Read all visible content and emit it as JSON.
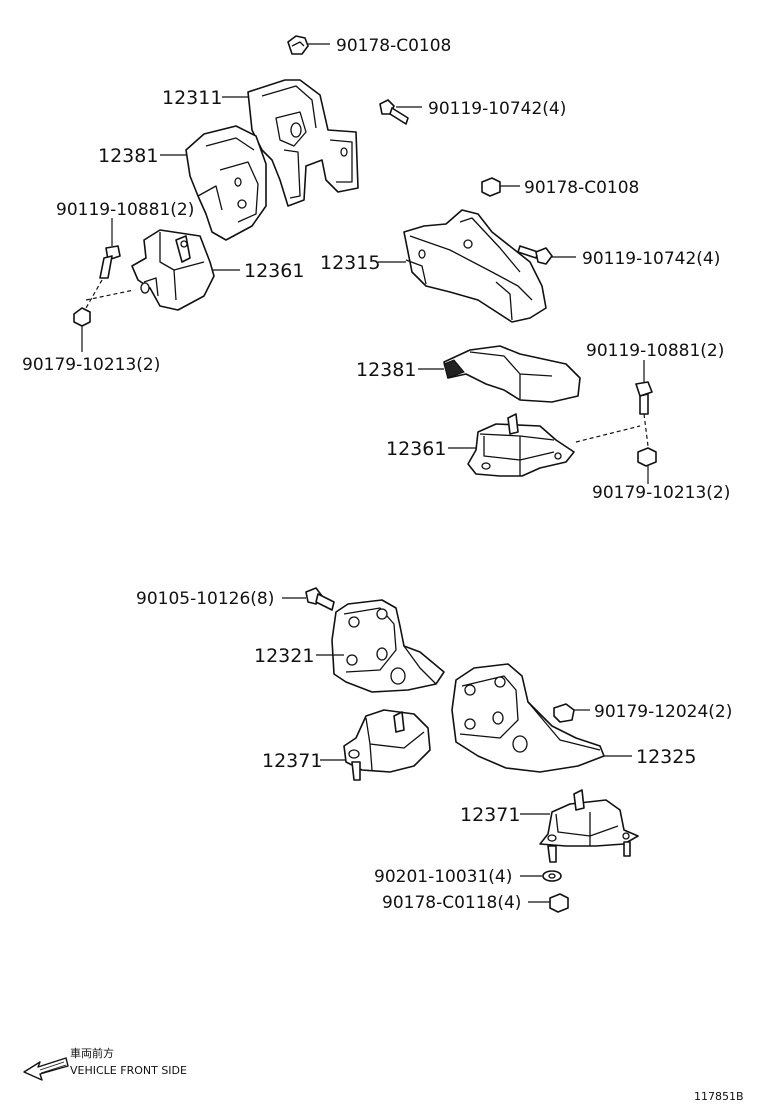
{
  "labels": {
    "nut_top": "90178-C0108",
    "bracket_12311": "12311",
    "bolt_top": "90119-10742(4)",
    "insulator_left": "12381",
    "nut_right": "90178-C0108",
    "bolt_left": "90119-10881(2)",
    "bracket_12315": "12315",
    "bolt_right": "90119-10742(4)",
    "mount_left": "12361",
    "nut_left": "90179-10213(2)",
    "insulator_right": "12381",
    "bolt_right2": "90119-10881(2)",
    "mount_right": "12361",
    "nut_right2": "90179-10213(2)",
    "bolt_rear": "90105-10126(8)",
    "bracket_12321": "12321",
    "nut_rear": "90179-12024(2)",
    "mount_rear_left": "12371",
    "bracket_12325": "12325",
    "mount_rear_right": "12371",
    "washer": "90201-10031(4)",
    "nut_bottom": "90178-C0118(4)"
  },
  "legend": {
    "jp": "車両前方",
    "en": "VEHICLE FRONT SIDE"
  },
  "figure_id": "117851B",
  "icons": {
    "direction": "arrow-left-icon"
  }
}
